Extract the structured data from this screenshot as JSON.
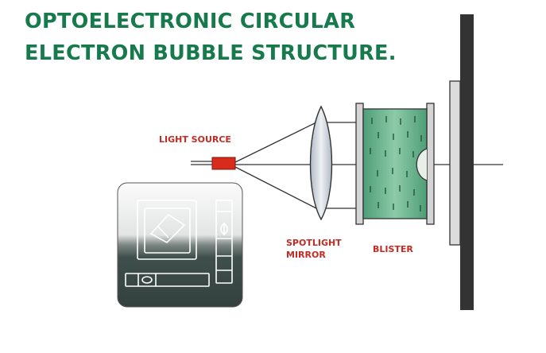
{
  "title": {
    "line1": "OPTOELECTRONIC CIRCULAR",
    "line2": "ELECTRON BUBBLE STRUCTURE."
  },
  "labels": {
    "light_source": "LIGHT SOURCE",
    "spotlight_mirror_line1": "SPOTLIGHT",
    "spotlight_mirror_line2": "MIRROR",
    "blister": "BLISTER"
  },
  "colors": {
    "title": "#167a4c",
    "label": "#c42a24",
    "light_source": "#d92b1c",
    "blister_fill": "#5fae87",
    "lens": "#c9d2dc",
    "wall": "#333333",
    "device_body": "#3f4f4b"
  }
}
